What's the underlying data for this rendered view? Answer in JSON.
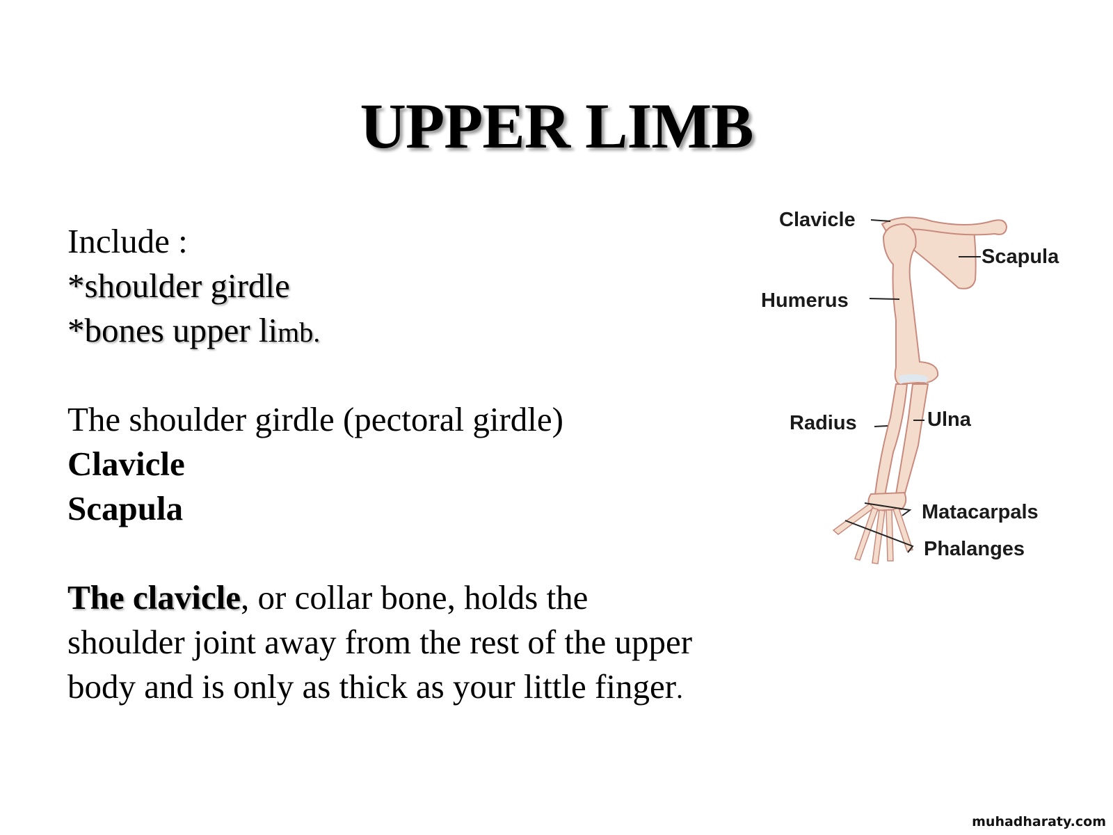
{
  "slide": {
    "title": "UPPER LIMB",
    "include_label": "Include :",
    "bullets": [
      "*shoulder girdle",
      "*bones upper li",
      "mb."
    ],
    "girdle_heading": "The shoulder girdle (pectoral girdle)",
    "girdle_bones": [
      "Clavicle",
      "Scapula"
    ],
    "paragraph": {
      "bold_lead": "The clavicle",
      "line1_rest": ", or collar bone, holds the",
      "line2": "shoulder joint away from the rest of the upper",
      "line3": "body and is only as thick as your little finger",
      "line3_end": "."
    }
  },
  "diagram": {
    "labels": {
      "clavicle": "Clavicle",
      "scapula": "Scapula",
      "humerus": "Humerus",
      "radius": "Radius",
      "ulna": "Ulna",
      "metacarpals": "Matacarpals",
      "phalanges": "Phalanges"
    },
    "colors": {
      "bone_fill": "#f3dccb",
      "bone_stroke": "#c98a7e",
      "cartilage": "#dfe8ef"
    }
  },
  "watermark": "muhadharaty.com"
}
